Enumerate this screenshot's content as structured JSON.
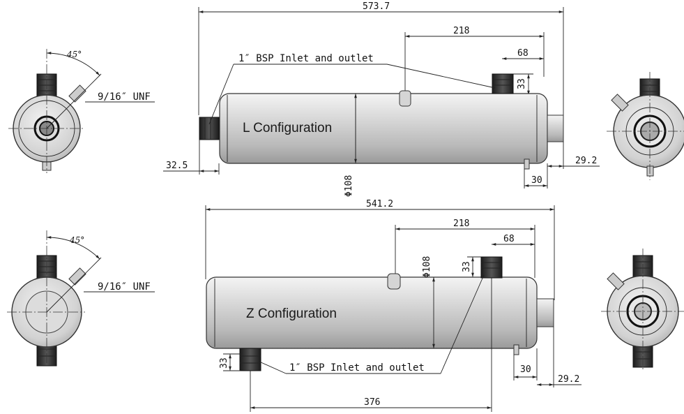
{
  "top_view": {
    "label": "L Configuration",
    "dim_overall": "573.7",
    "dim_inlet_spacing": "218",
    "dim_68": "68",
    "dim_33": "33",
    "dim_left_offset": "32.5",
    "dim_diameter": "Φ108",
    "dim_30": "30",
    "dim_29_2": "29.2",
    "inlet_note": "1″ BSP Inlet and outlet"
  },
  "bottom_view": {
    "label": "Z Configuration",
    "dim_overall": "541.2",
    "dim_inlet_spacing": "218",
    "dim_68": "68",
    "dim_33_top": "33",
    "dim_diameter": "Φ108",
    "dim_33_bottom": "33",
    "dim_30": "30",
    "dim_29_2": "29.2",
    "dim_376": "376",
    "inlet_note": "1″ BSP Inlet and outlet"
  },
  "end_views": {
    "top_left_angle": "45°",
    "top_left_thread": "9/16″ UNF",
    "bottom_left_angle": "45°",
    "bottom_left_thread": "9/16″ UNF"
  }
}
